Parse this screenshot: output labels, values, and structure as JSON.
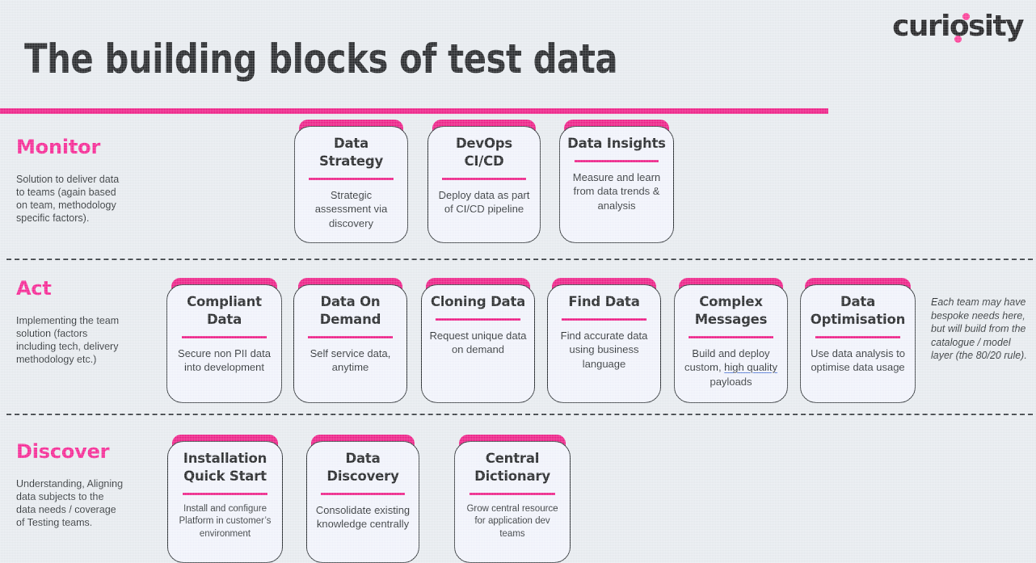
{
  "header": {
    "title": "The building blocks of test data",
    "logo_text": "curiosity",
    "accent_color": "#ec0a7c",
    "accent_color_light": "#fb2d8e",
    "background_color": "#e7ebef",
    "card_background_color": "#f2f4fc"
  },
  "sections": [
    {
      "key": "monitor",
      "label": "Monitor",
      "description": "Solution to deliver data to teams (again based on team, methodology specific factors).",
      "cards": [
        {
          "title": "Data Strategy",
          "body": "Strategic assessment via discovery"
        },
        {
          "title": "DevOps CI/CD",
          "body": "Deploy data as part of CI/CD pipeline"
        },
        {
          "title": "Data Insights",
          "body": "Measure and learn from data trends & analysis"
        }
      ]
    },
    {
      "key": "act",
      "label": "Act",
      "description": "Implementing the team solution (factors including tech, delivery methodology etc.)",
      "note": "Each team may have bespoke needs here, but will build from the catalogue / model layer (the 80/20 rule).",
      "cards": [
        {
          "title": "Compliant Data",
          "body": "Secure non PII data into development"
        },
        {
          "title": "Data On Demand",
          "body": "Self service data, anytime"
        },
        {
          "title": "Cloning Data",
          "body": "Request unique data on demand"
        },
        {
          "title": "Find Data",
          "body": "Find accurate data using business language"
        },
        {
          "title": "Complex Messages",
          "body_pre": "Build and deploy custom, ",
          "body_underlined": "high quality",
          "body_post": " payloads"
        },
        {
          "title": "Data Optimisation",
          "body": "Use data analysis to optimise data usage"
        }
      ]
    },
    {
      "key": "discover",
      "label": "Discover",
      "description": "Understanding, Aligning data subjects to the data needs / coverage of Testing teams.",
      "cards": [
        {
          "title": "Installation Quick Start",
          "body": "Install and configure Platform in customer’s environment"
        },
        {
          "title": "Data Discovery",
          "body": "Consolidate existing knowledge centrally"
        },
        {
          "title": "Central Dictionary",
          "body": "Grow central resource for application dev teams"
        }
      ]
    }
  ]
}
